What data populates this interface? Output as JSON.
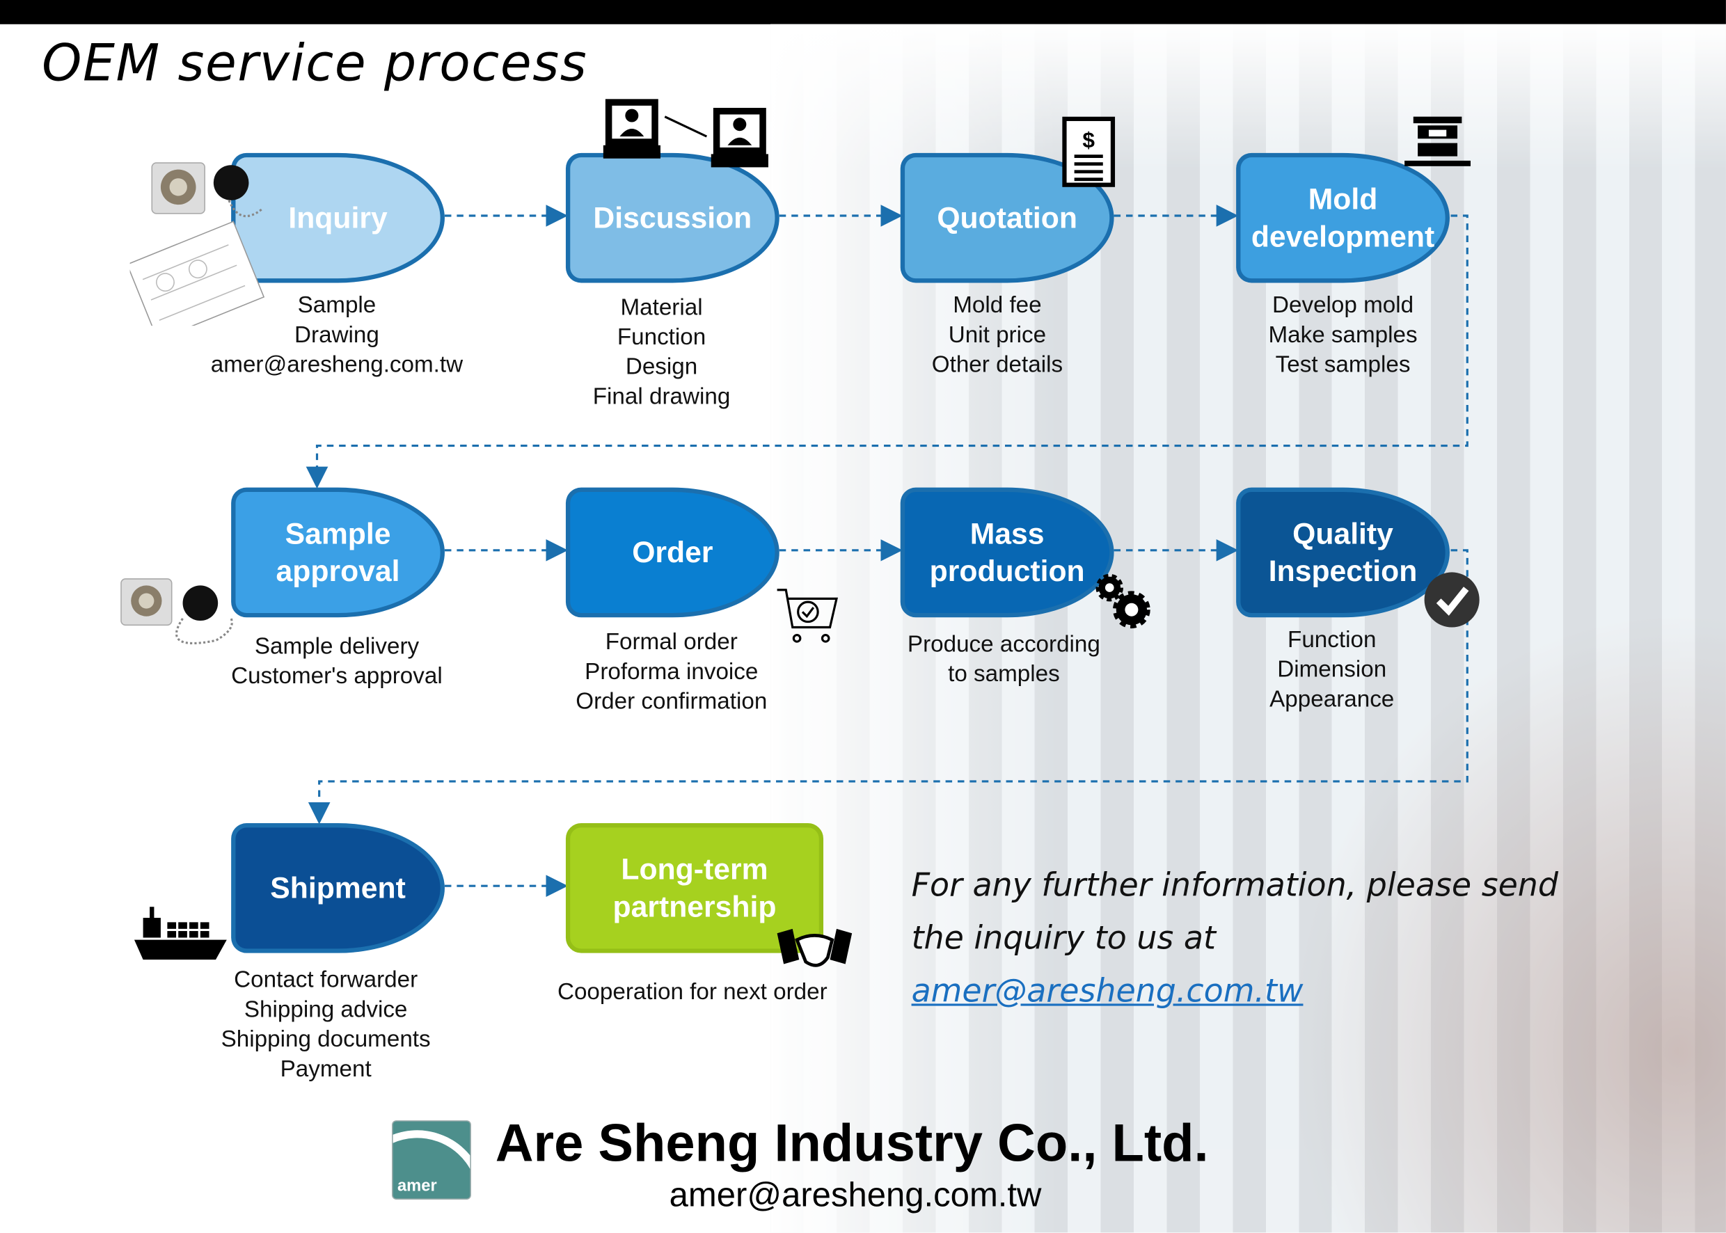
{
  "title": "OEM service process",
  "steps": [
    {
      "label": [
        "Inquiry"
      ],
      "details": [
        "Sample",
        "Drawing",
        "amer@aresheng.com.tw"
      ],
      "color": "#aed6f1"
    },
    {
      "label": [
        "Discussion"
      ],
      "details": [
        "Material",
        "Function",
        "Design",
        "Final drawing"
      ],
      "color": "#7fbde6"
    },
    {
      "label": [
        "Quotation"
      ],
      "details": [
        "Mold fee",
        "Unit price",
        "Other details"
      ],
      "color": "#5aacdf"
    },
    {
      "label": [
        "Mold",
        "development"
      ],
      "details": [
        "Develop mold",
        "Make samples",
        "Test samples"
      ],
      "color": "#3d9fe0"
    },
    {
      "label": [
        "Sample",
        "approval"
      ],
      "details": [
        "Sample delivery",
        "Customer's approval"
      ],
      "color": "#3ba0e6"
    },
    {
      "label": [
        "Order"
      ],
      "details": [
        "Formal order",
        "Proforma invoice",
        "Order confirmation"
      ],
      "color": "#0a7fd1"
    },
    {
      "label": [
        "Mass",
        "production"
      ],
      "details": [
        "Produce according",
        "to samples"
      ],
      "color": "#0867b3"
    },
    {
      "label": [
        "Quality",
        "Inspection"
      ],
      "details": [
        "Function",
        "Dimension",
        "Appearance"
      ],
      "color": "#0b5595"
    },
    {
      "label": [
        "Shipment"
      ],
      "details": [
        "Contact forwarder",
        "Shipping advice",
        "Shipping documents",
        "Payment"
      ],
      "color": "#0b4f95"
    },
    {
      "label": [
        "Long-term",
        "partnership"
      ],
      "details": [
        "Cooperation for next order"
      ],
      "color": "#a6d11f"
    }
  ],
  "note": {
    "line1": "For any further information, please send",
    "line2": "the inquiry to us at",
    "email": "amer@aresheng.com.tw"
  },
  "footer": {
    "company": "Are Sheng Industry Co., Ltd.",
    "email": "amer@aresheng.com.tw",
    "logo_text": "amer"
  }
}
